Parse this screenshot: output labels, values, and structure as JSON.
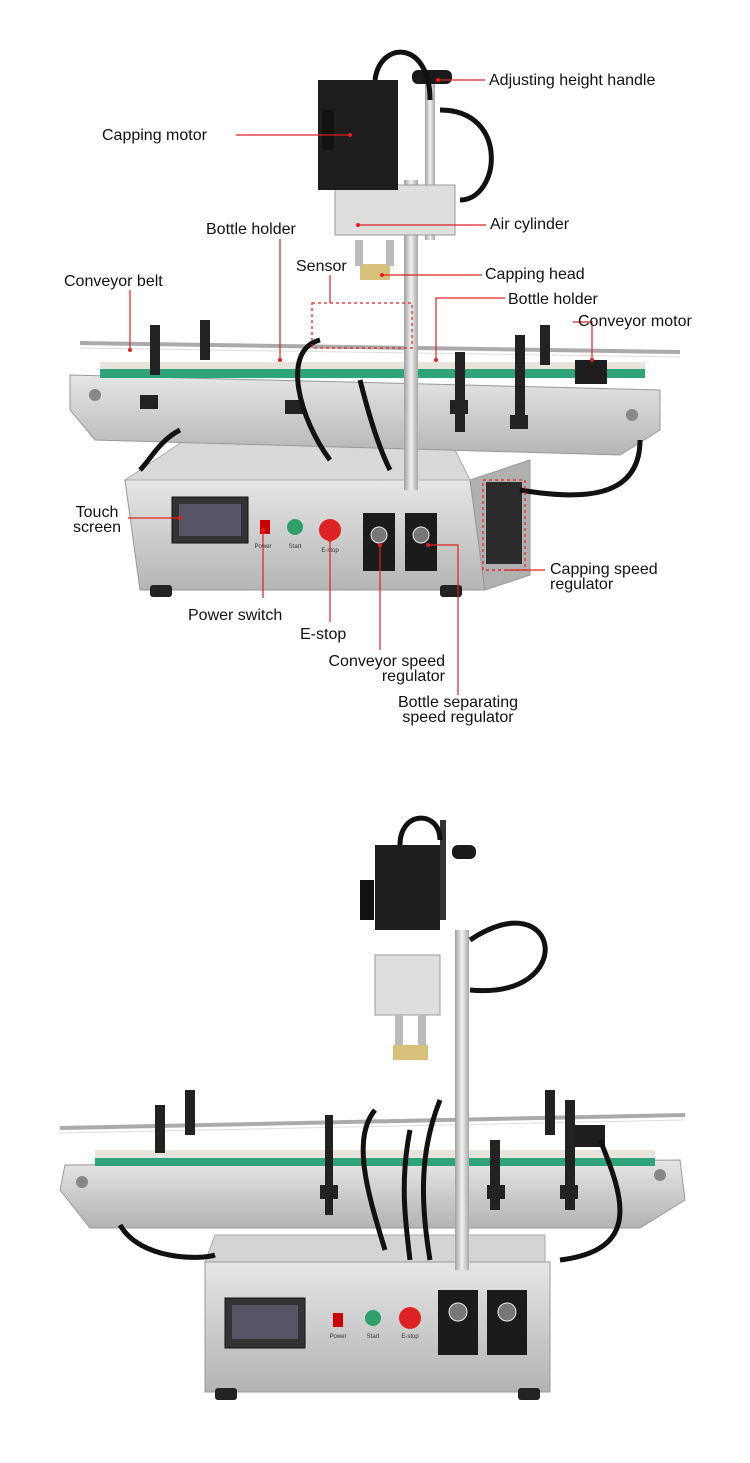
{
  "figure_top": {
    "labels": {
      "adjusting_height_handle": "Adjusting height handle",
      "capping_motor": "Capping motor",
      "bottle_holder_left": "Bottle holder",
      "air_cylinder": "Air cylinder",
      "sensor": "Sensor",
      "capping_head": "Capping head",
      "conveyor_belt": "Conveyor belt",
      "bottle_holder_right": "Bottle holder",
      "conveyor_motor": "Conveyor motor",
      "touch_screen_line1": "Touch",
      "touch_screen_line2": "screen",
      "capping_speed_line1": "Capping speed",
      "capping_speed_line2": "regulator",
      "power_switch": "Power switch",
      "e_stop": "E-stop",
      "conveyor_speed_line1": "Conveyor speed",
      "conveyor_speed_line2": "regulator",
      "bottle_sep_line1": "Bottle separating",
      "bottle_sep_line2": "speed regulator"
    },
    "panel_text": {
      "power": "Power",
      "start": "Start",
      "estop": "E-stop"
    }
  },
  "figure_bottom": {
    "panel_text": {
      "power": "Power",
      "start": "Start",
      "estop": "E-stop"
    }
  },
  "colors": {
    "leader": "#e02020",
    "steel": "#c9c9c9",
    "belt_green": "#2fa37a",
    "motor_black": "#1e1e1e"
  }
}
